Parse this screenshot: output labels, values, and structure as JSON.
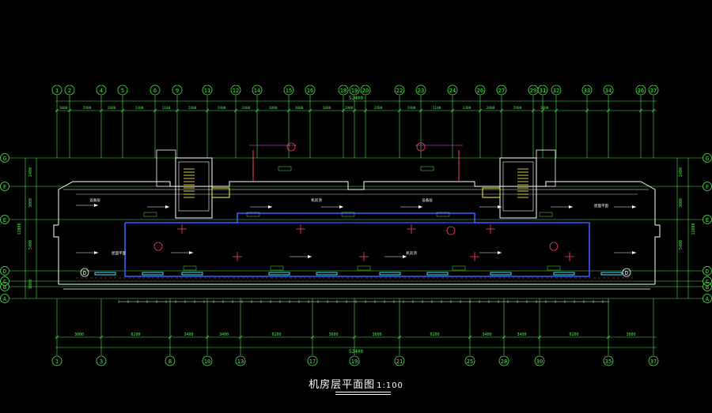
{
  "drawing": {
    "title": "机房层平面图",
    "scale": "1:100",
    "overall_dimension": "52400",
    "top_axes": [
      "1",
      "2",
      "4",
      "5",
      "6",
      "9",
      "11",
      "12",
      "14",
      "15",
      "16",
      "18",
      "19",
      "20",
      "22",
      "23",
      "24",
      "26",
      "27",
      "29",
      "31",
      "32",
      "33",
      "34",
      "36",
      "37"
    ],
    "bottom_axes": [
      "1",
      "3",
      "8",
      "10",
      "13",
      "17",
      "19",
      "21",
      "25",
      "28",
      "30",
      "35",
      "37"
    ],
    "left_axes": [
      "G",
      "F",
      "E",
      "D",
      "C",
      "B",
      "A"
    ],
    "right_axes": [
      "G",
      "F",
      "E",
      "D",
      "C",
      "B",
      "A"
    ],
    "top_dims": [
      "1000",
      "2900",
      "2000",
      "1300",
      "1100",
      "2400",
      "1900",
      "2400",
      "1000",
      "1000",
      "1000",
      "1900",
      "2400",
      "1900",
      "1100",
      "1300",
      "2000",
      "2900",
      "1000"
    ],
    "bottom_dims": [
      "3000",
      "6200",
      "3400",
      "3400",
      "6200",
      "3600",
      "3600",
      "6200",
      "3400",
      "3400",
      "6200",
      "3000"
    ],
    "left_dims": [
      "2400",
      "3000",
      "5400",
      "1000"
    ],
    "right_dims": [
      "2400",
      "3000",
      "5400"
    ],
    "left_total": "12000",
    "right_total": "12000",
    "room_labels": [
      "设备层",
      "屋面平面",
      "机房顶"
    ],
    "colors": {
      "axis_grid": "#4fe84f",
      "walls": "#ffffff",
      "blue_outline": "#3a5cff",
      "red_annotation": "#ff3a6a",
      "yellow_stair": "#ffff33",
      "cyan_windows": "#33e6ff",
      "magenta_notes": "#ff4dff"
    }
  }
}
